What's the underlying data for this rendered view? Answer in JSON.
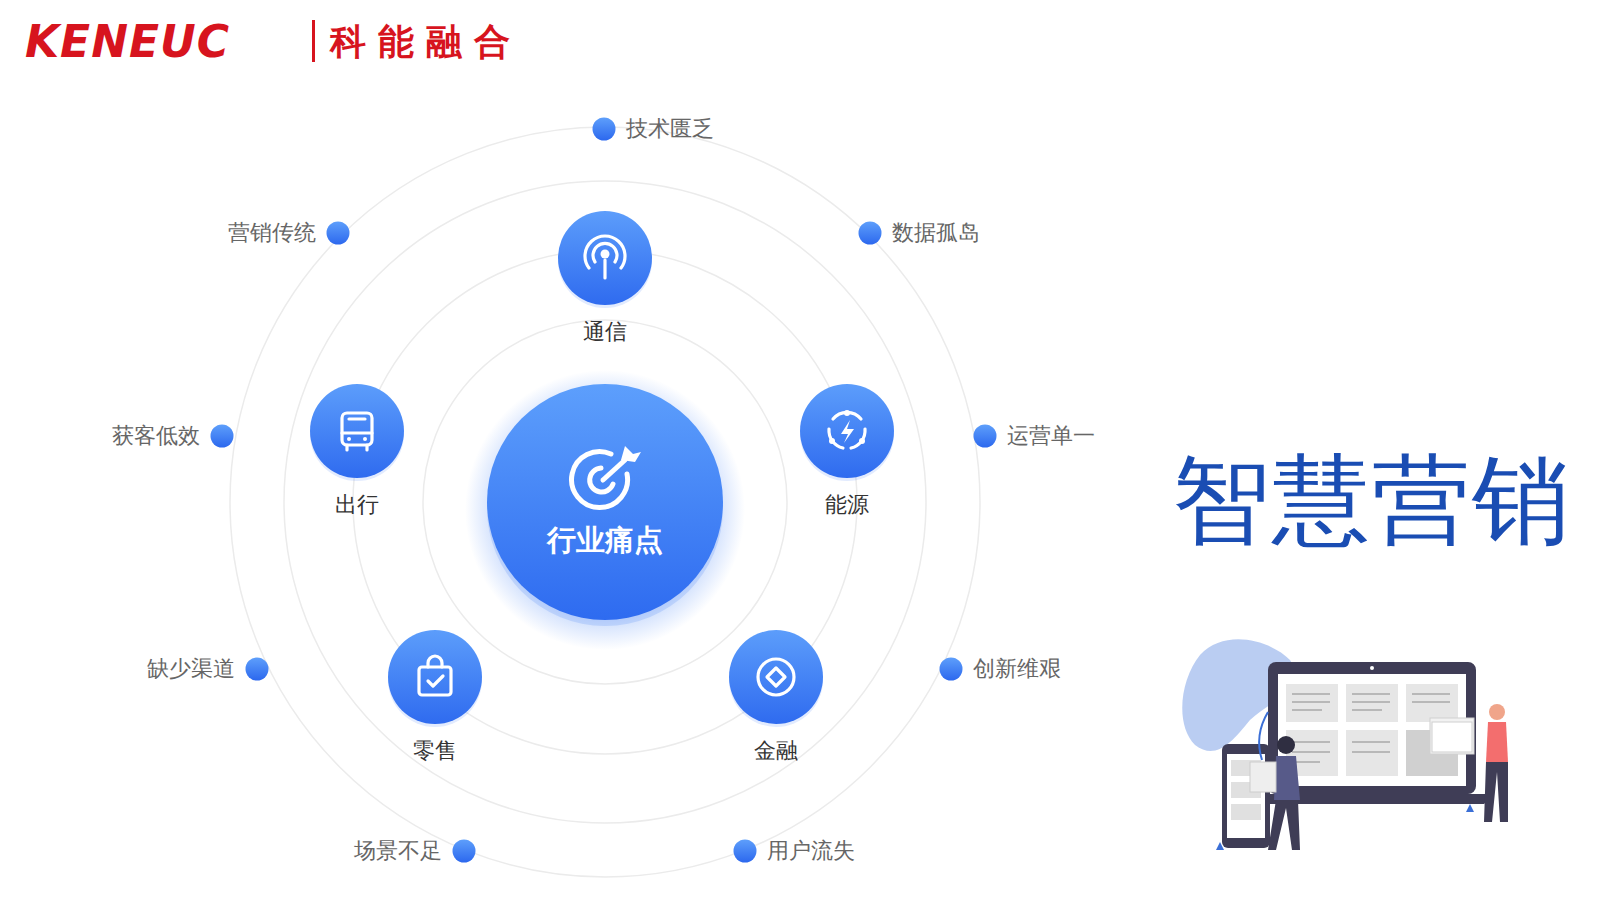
{
  "diagram": {
    "title": "智慧营销",
    "nodes": [
      {
        "text": [
          "行业痛点"
        ]
      },
      {
        "text": [
          "通信"
        ]
      },
      {
        "text": [
          "出行"
        ]
      },
      {
        "text": [
          "能源"
        ]
      },
      {
        "text": [
          "零售"
        ]
      },
      {
        "text": [
          "金融"
        ]
      }
    ],
    "labels": [
      "KENEUC",
      "科能融合",
      "技术匮乏",
      "营销传统",
      "数据孤岛",
      "获客低效",
      "运营单一",
      "缺少渠道",
      "创新维艰",
      "场景不足",
      "用户流失"
    ]
  }
}
